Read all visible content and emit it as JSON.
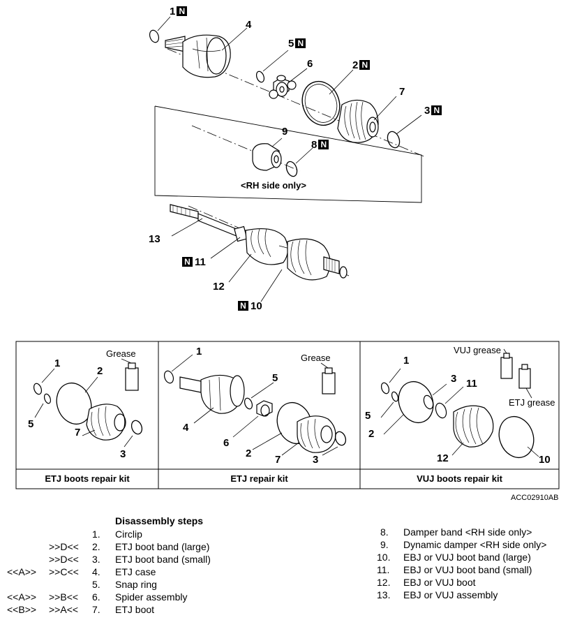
{
  "top": {
    "label_1": "1",
    "label_2": "2",
    "label_3": "3",
    "label_4": "4",
    "label_5": "5",
    "label_6": "6",
    "label_7": "7",
    "label_8": "8",
    "label_9": "9",
    "label_10": "10",
    "label_11": "11",
    "label_12": "12",
    "label_13": "13",
    "new_part_mark": "N",
    "rh_side_note": "<RH side only>"
  },
  "kits": [
    {
      "footer": "ETJ boots repair kit",
      "grease": "Grease",
      "labels": [
        "1",
        "2",
        "5",
        "7",
        "3"
      ]
    },
    {
      "footer": "ETJ repair kit",
      "grease": "Grease",
      "labels": [
        "1",
        "5",
        "4",
        "6",
        "2",
        "7",
        "3"
      ]
    },
    {
      "footer": "VUJ boots repair kit",
      "grease_vuj": "VUJ grease",
      "grease_etj": "ETJ grease",
      "labels": [
        "1",
        "3",
        "11",
        "5",
        "2",
        "12",
        "10"
      ]
    }
  ],
  "figure_code": "ACC02910AB",
  "steps": {
    "heading": "Disassembly steps",
    "left": [
      {
        "a": "",
        "b": "",
        "num": "1.",
        "text": "Circlip"
      },
      {
        "a": "",
        "b": ">>D<<",
        "num": "2.",
        "text": "ETJ boot band (large)"
      },
      {
        "a": "",
        "b": ">>D<<",
        "num": "3.",
        "text": "ETJ boot band (small)"
      },
      {
        "a": "<<A>>",
        "b": ">>C<<",
        "num": "4.",
        "text": "ETJ case"
      },
      {
        "a": "",
        "b": "",
        "num": "5.",
        "text": "Snap ring"
      },
      {
        "a": "<<A>>",
        "b": ">>B<<",
        "num": "6.",
        "text": "Spider assembly"
      },
      {
        "a": "<<B>>",
        "b": ">>A<<",
        "num": "7.",
        "text": "ETJ boot"
      }
    ],
    "right": [
      {
        "num": "8.",
        "text": "Damper band <RH side only>"
      },
      {
        "num": "9.",
        "text": "Dynamic damper <RH side only>"
      },
      {
        "num": "10.",
        "text": "EBJ or VUJ boot band (large)"
      },
      {
        "num": "11.",
        "text": "EBJ or VUJ boot band (small)"
      },
      {
        "num": "12.",
        "text": "EBJ or VUJ boot"
      },
      {
        "num": "13.",
        "text": "EBJ or VUJ assembly"
      }
    ]
  }
}
